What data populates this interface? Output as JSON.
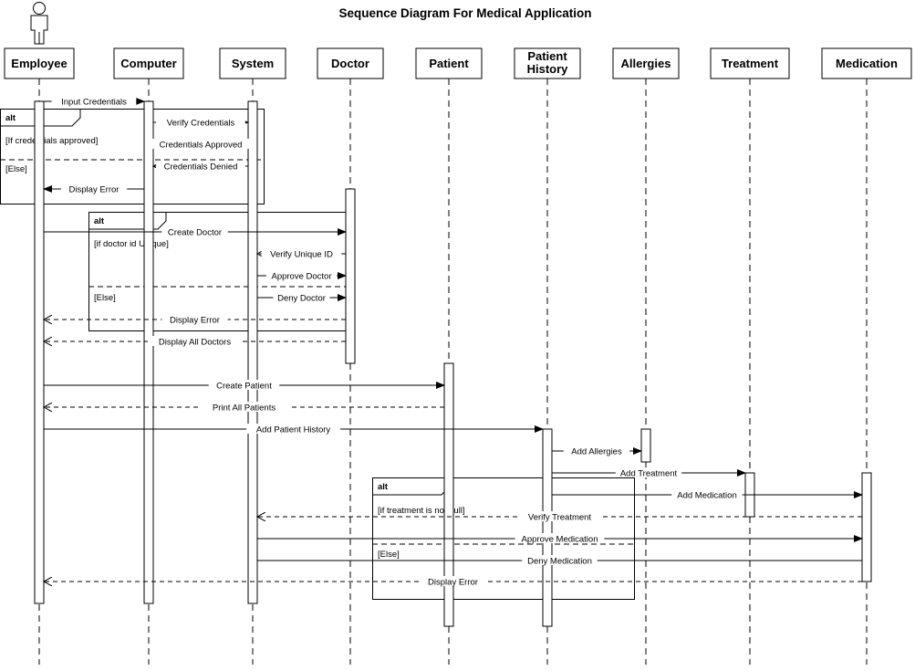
{
  "diagram": {
    "title": "Sequence Diagram For Medical Application",
    "lifelines": [
      {
        "id": "employee",
        "label": [
          "Employee"
        ],
        "actor": true
      },
      {
        "id": "computer",
        "label": [
          "Computer"
        ]
      },
      {
        "id": "system",
        "label": [
          "System"
        ]
      },
      {
        "id": "doctor",
        "label": [
          "Doctor"
        ]
      },
      {
        "id": "patient",
        "label": [
          "Patient"
        ]
      },
      {
        "id": "patient_history",
        "label": [
          "Patient",
          "History"
        ]
      },
      {
        "id": "allergies",
        "label": [
          "Allergies"
        ]
      },
      {
        "id": "treatment",
        "label": [
          "Treatment"
        ]
      },
      {
        "id": "medication",
        "label": [
          "Medication"
        ]
      }
    ],
    "messages": [
      {
        "from": "employee",
        "to": "computer",
        "label": "Input Credentials",
        "kind": "sync"
      },
      {
        "from": "computer",
        "to": "system",
        "label": "Verify Credentials",
        "kind": "sync"
      },
      {
        "from": "system",
        "to": "computer",
        "label": "Credentials Approved",
        "kind": "return"
      },
      {
        "from": "system",
        "to": "computer",
        "label": "Credentials Denied",
        "kind": "return"
      },
      {
        "from": "computer",
        "to": "employee",
        "label": "Display Error",
        "kind": "sync"
      },
      {
        "from": "employee",
        "to": "doctor",
        "label": "Create Doctor",
        "kind": "sync"
      },
      {
        "from": "doctor",
        "to": "system",
        "label": "Verify Unique ID",
        "kind": "return"
      },
      {
        "from": "system",
        "to": "doctor",
        "label": "Approve Doctor",
        "kind": "sync"
      },
      {
        "from": "system",
        "to": "doctor",
        "label": "Deny Doctor",
        "kind": "sync"
      },
      {
        "from": "doctor",
        "to": "employee",
        "label": "Display Error",
        "kind": "return"
      },
      {
        "from": "doctor",
        "to": "employee",
        "label": "Display All Doctors",
        "kind": "return"
      },
      {
        "from": "employee",
        "to": "patient",
        "label": "Create Patient",
        "kind": "sync"
      },
      {
        "from": "patient",
        "to": "employee",
        "label": "Print All Patients",
        "kind": "return"
      },
      {
        "from": "employee",
        "to": "patient_history",
        "label": "Add Patient History",
        "kind": "sync"
      },
      {
        "from": "patient_history",
        "to": "allergies",
        "label": "Add Allergies",
        "kind": "sync"
      },
      {
        "from": "patient_history",
        "to": "treatment",
        "label": "Add Treatment",
        "kind": "sync"
      },
      {
        "from": "patient_history",
        "to": "medication",
        "label": "Add Medication",
        "kind": "sync"
      },
      {
        "from": "medication",
        "to": "system",
        "label": "Verify Treatment",
        "kind": "return"
      },
      {
        "from": "system",
        "to": "medication",
        "label": "Approve Medication",
        "kind": "sync"
      },
      {
        "from": "medication",
        "to": "system",
        "label": "Deny Medication",
        "kind": "plain"
      },
      {
        "from": "medication",
        "to": "employee",
        "label": "Display Error",
        "kind": "return"
      }
    ],
    "fragments": [
      {
        "operator": "alt",
        "guards": [
          "[If credentials approved]",
          "[Else]"
        ]
      },
      {
        "operator": "alt",
        "guards": [
          "[if doctor id Unique]",
          "[Else]"
        ]
      },
      {
        "operator": "alt",
        "guards": [
          "[if treatment is not null]",
          "[Else]"
        ]
      }
    ]
  }
}
